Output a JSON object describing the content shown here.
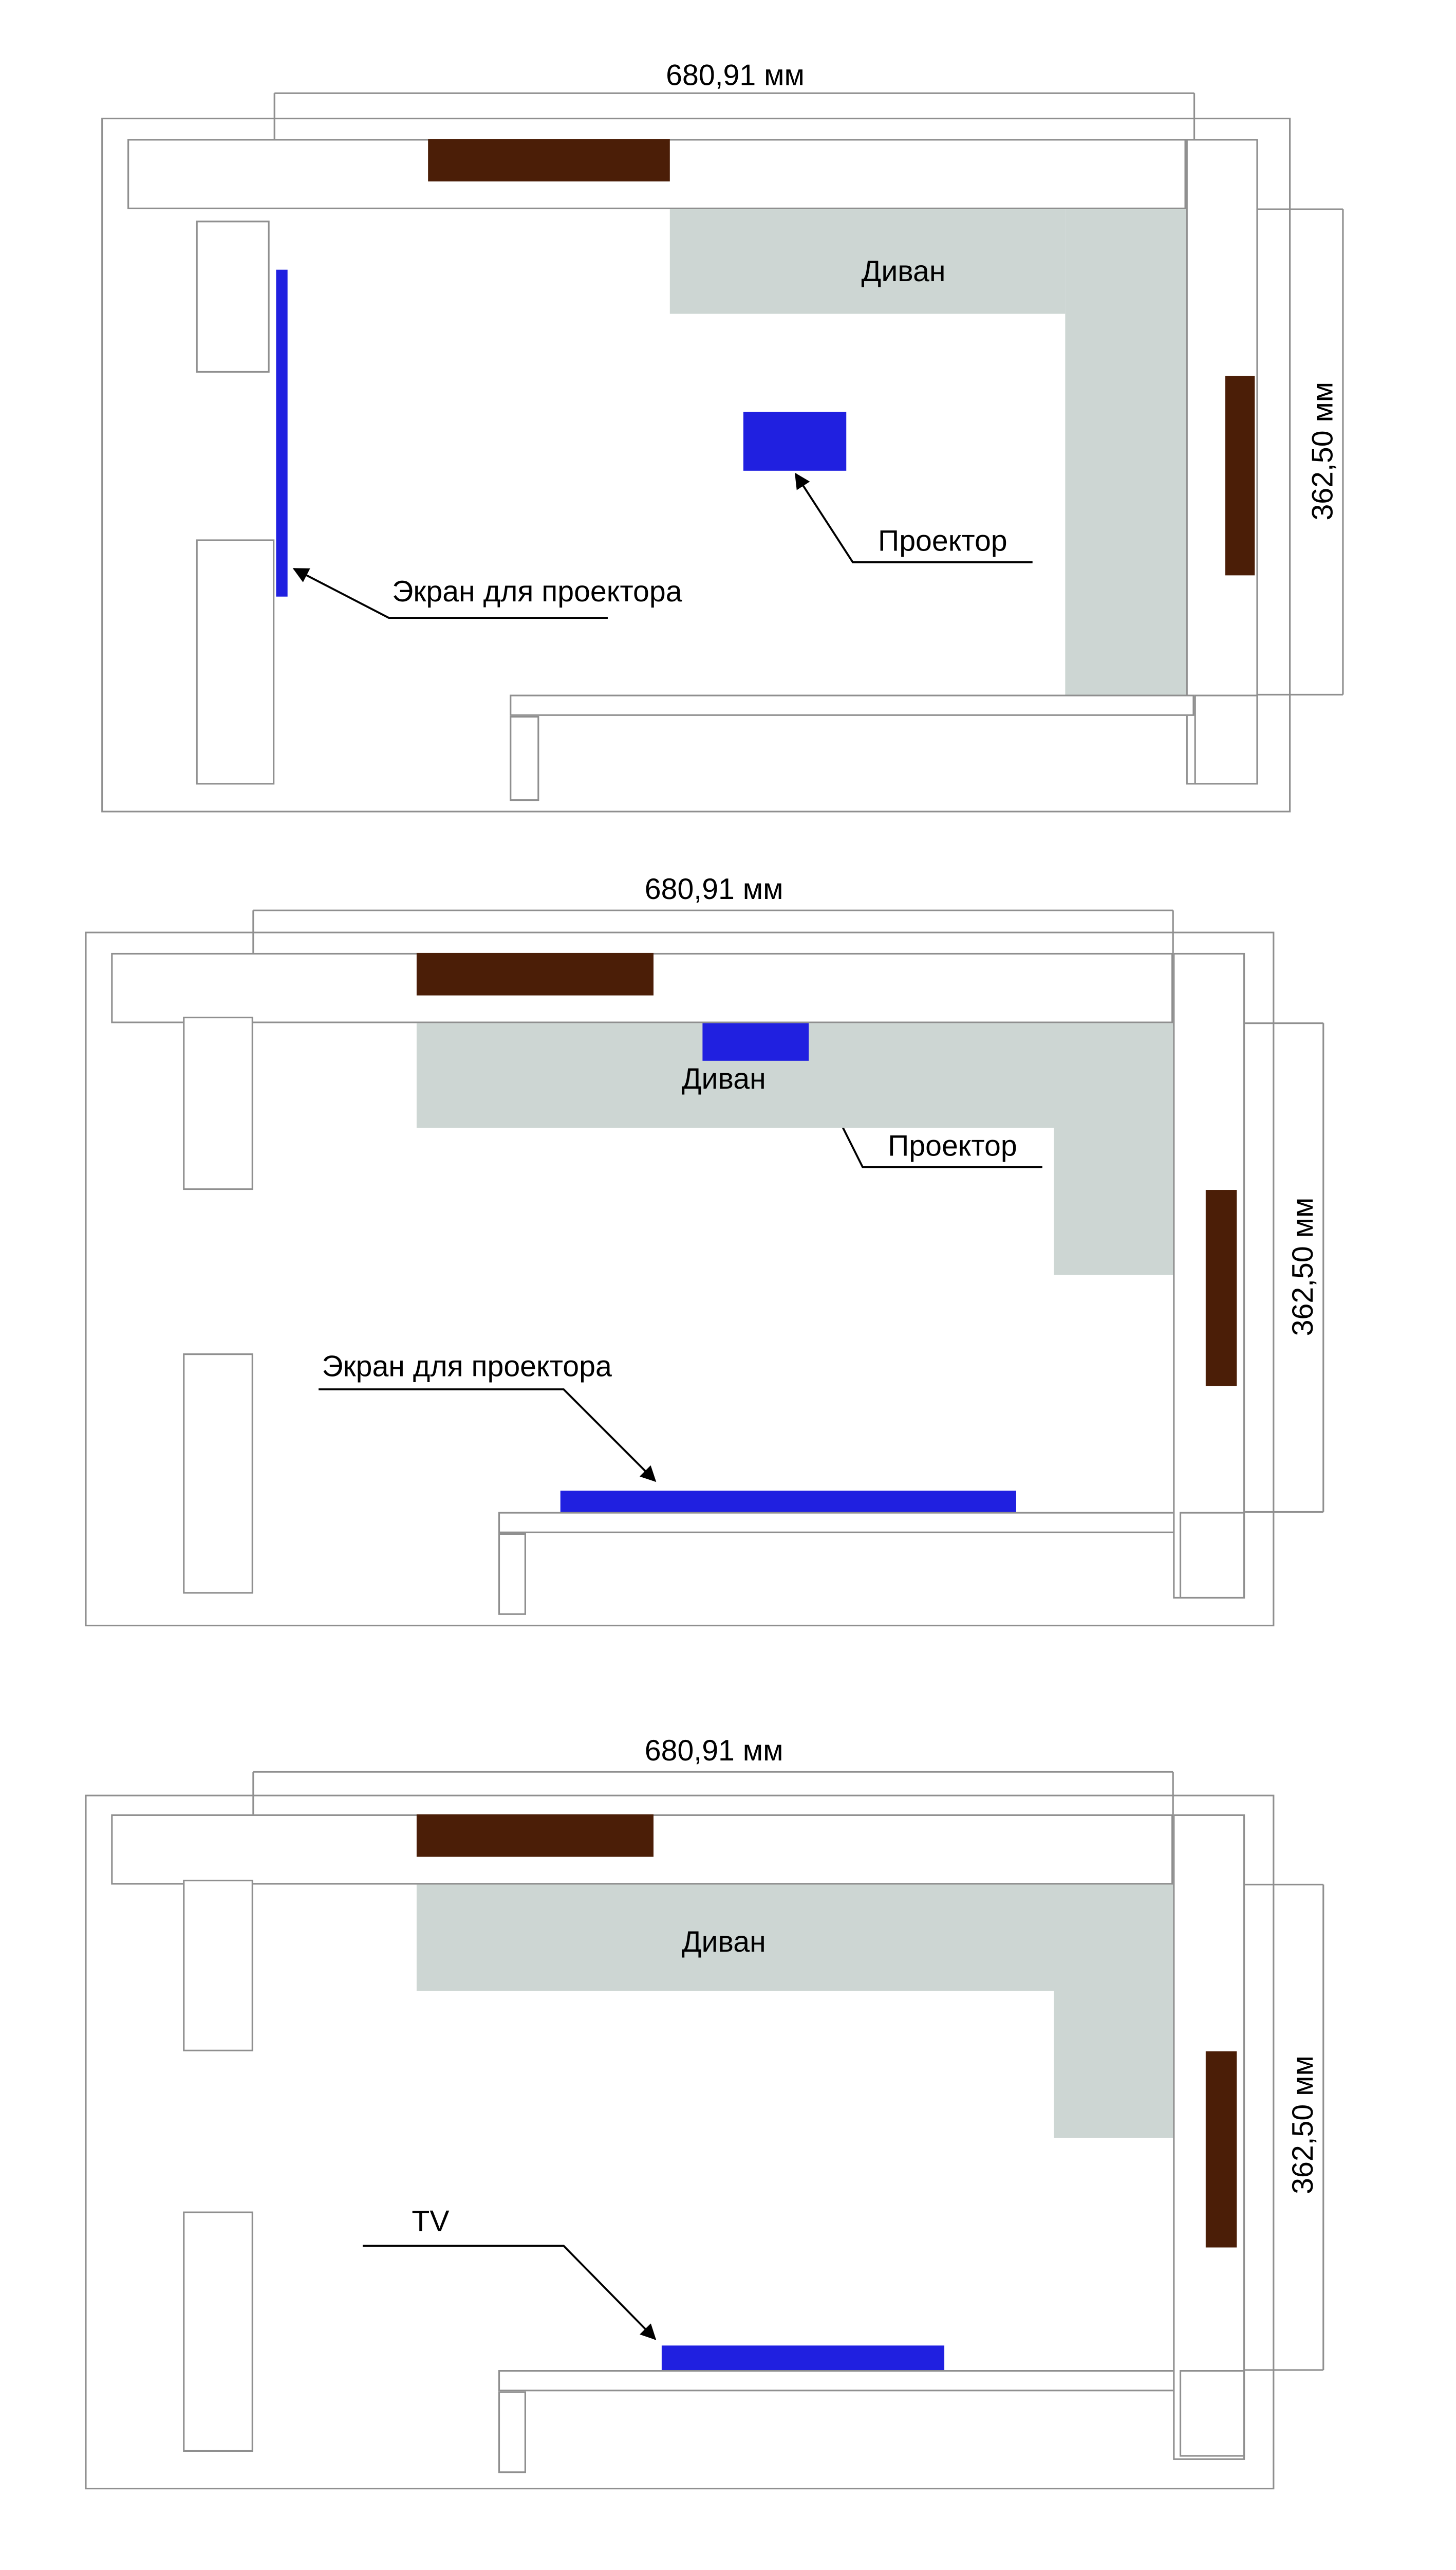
{
  "colors": {
    "blue": "#2020e0",
    "brown": "#4b1e07",
    "sofa": "#cdd6d3",
    "line": "#8f8f8f",
    "leader": "#000000"
  },
  "plans": [
    {
      "width_label": "680,91 мм",
      "height_label": "362,50 мм",
      "sofa_label": "Диван",
      "labels": {
        "projector": "Проектор",
        "screen": "Экран для проектора"
      }
    },
    {
      "width_label": "680,91 мм",
      "height_label": "362,50 мм",
      "sofa_label": "Диван",
      "labels": {
        "projector": "Проектор",
        "screen": "Экран для проектора"
      }
    },
    {
      "width_label": "680,91 мм",
      "height_label": "362,50 мм",
      "sofa_label": "Диван",
      "labels": {
        "tv": "TV"
      }
    }
  ]
}
